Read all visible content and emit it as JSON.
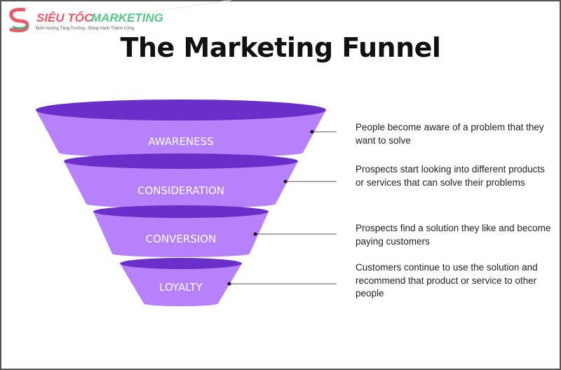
{
  "logo": {
    "brand_a": "SIÊU TỐC",
    "brand_b": "MARKETING",
    "tagline": "Định Hướng Tăng Trưởng - Đồng Hành Thành Công"
  },
  "title": "The Marketing Funnel",
  "colors": {
    "rim": "#6a2fc8",
    "body": "#b681fb"
  },
  "stages": [
    {
      "label": "AWARENESS",
      "description": "People become aware of a problem that they want to solve"
    },
    {
      "label": "CONSIDERATION",
      "description": "Prospects start looking into different products or services that can solve their problems"
    },
    {
      "label": "CONVERSION",
      "description": "Prospects find a solution they like and become paying customers"
    },
    {
      "label": "LOYALTY",
      "description": "Customers continue to use the solution and recommend that product or service to other people"
    }
  ]
}
